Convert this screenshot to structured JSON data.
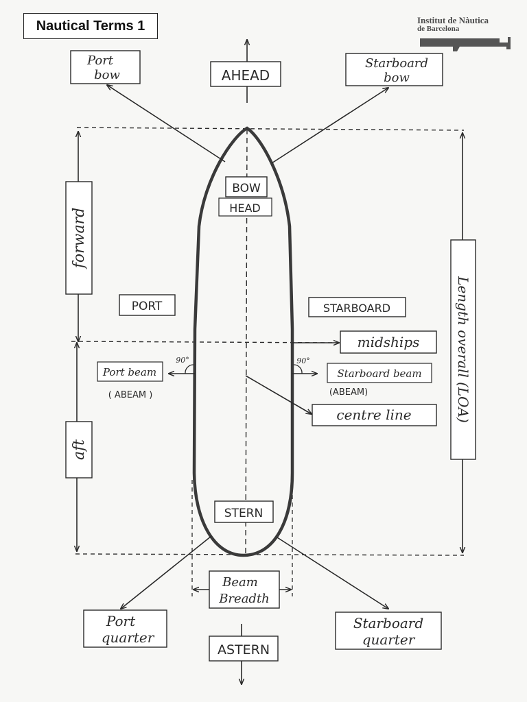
{
  "header": {
    "title": "Nautical Terms 1",
    "logo_line1": "Institut de Nàutica",
    "logo_line2": "de Barcelona"
  },
  "diagram": {
    "ahead": "AHEAD",
    "astern": "ASTERN",
    "port_bow": [
      "Port",
      "bow"
    ],
    "starboard_bow": [
      "Starboard",
      "bow"
    ],
    "bow": "BOW",
    "head": "HEAD",
    "port": "PORT",
    "starboard": "STARBOARD",
    "forward": "forward",
    "aft": "aft",
    "midships": "midships",
    "port_beam": "Port beam",
    "starboard_beam": "Starboard beam",
    "abeam_port": "( ABEAM )",
    "abeam_starboard": "(ABEAM)",
    "angle_port": "90°",
    "angle_starboard": "90°",
    "centre_line": "centre line",
    "length_overall": "Length overall (LOA)",
    "stern": "STERN",
    "beam_breadth": [
      "Beam",
      "Breadth"
    ],
    "port_quarter": [
      "Port",
      "quarter"
    ],
    "starboard_quarter": [
      "Starboard",
      "quarter"
    ]
  },
  "colors": {
    "ink": "#2a2a2a",
    "paper": "#f7f7f5",
    "logo_gray": "#555555"
  }
}
